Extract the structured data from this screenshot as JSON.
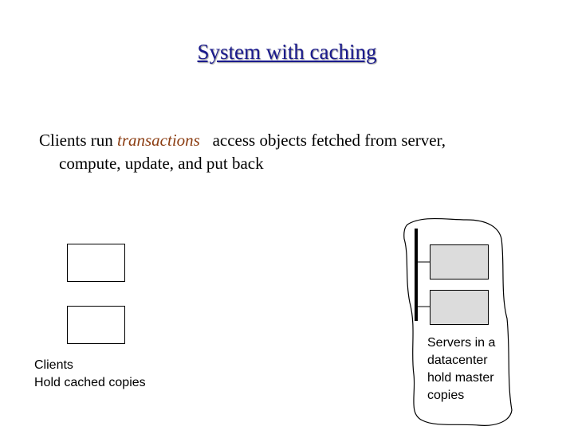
{
  "slide": {
    "title": "System with caching",
    "body": {
      "before": "Clients run ",
      "highlight": "transactions",
      "after": "   access objects fetched from server,",
      "line2": "compute, update, and put back"
    },
    "clients": {
      "caption": "Clients\nHold cached copies",
      "box_count": 2
    },
    "servers": {
      "caption": "Servers in a\ndatacenter\nhold master\ncopies",
      "box_count": 2,
      "box_color": "#dcdcdc"
    },
    "colors": {
      "title": "#1a1a8c",
      "highlight": "#8b3d12"
    }
  }
}
